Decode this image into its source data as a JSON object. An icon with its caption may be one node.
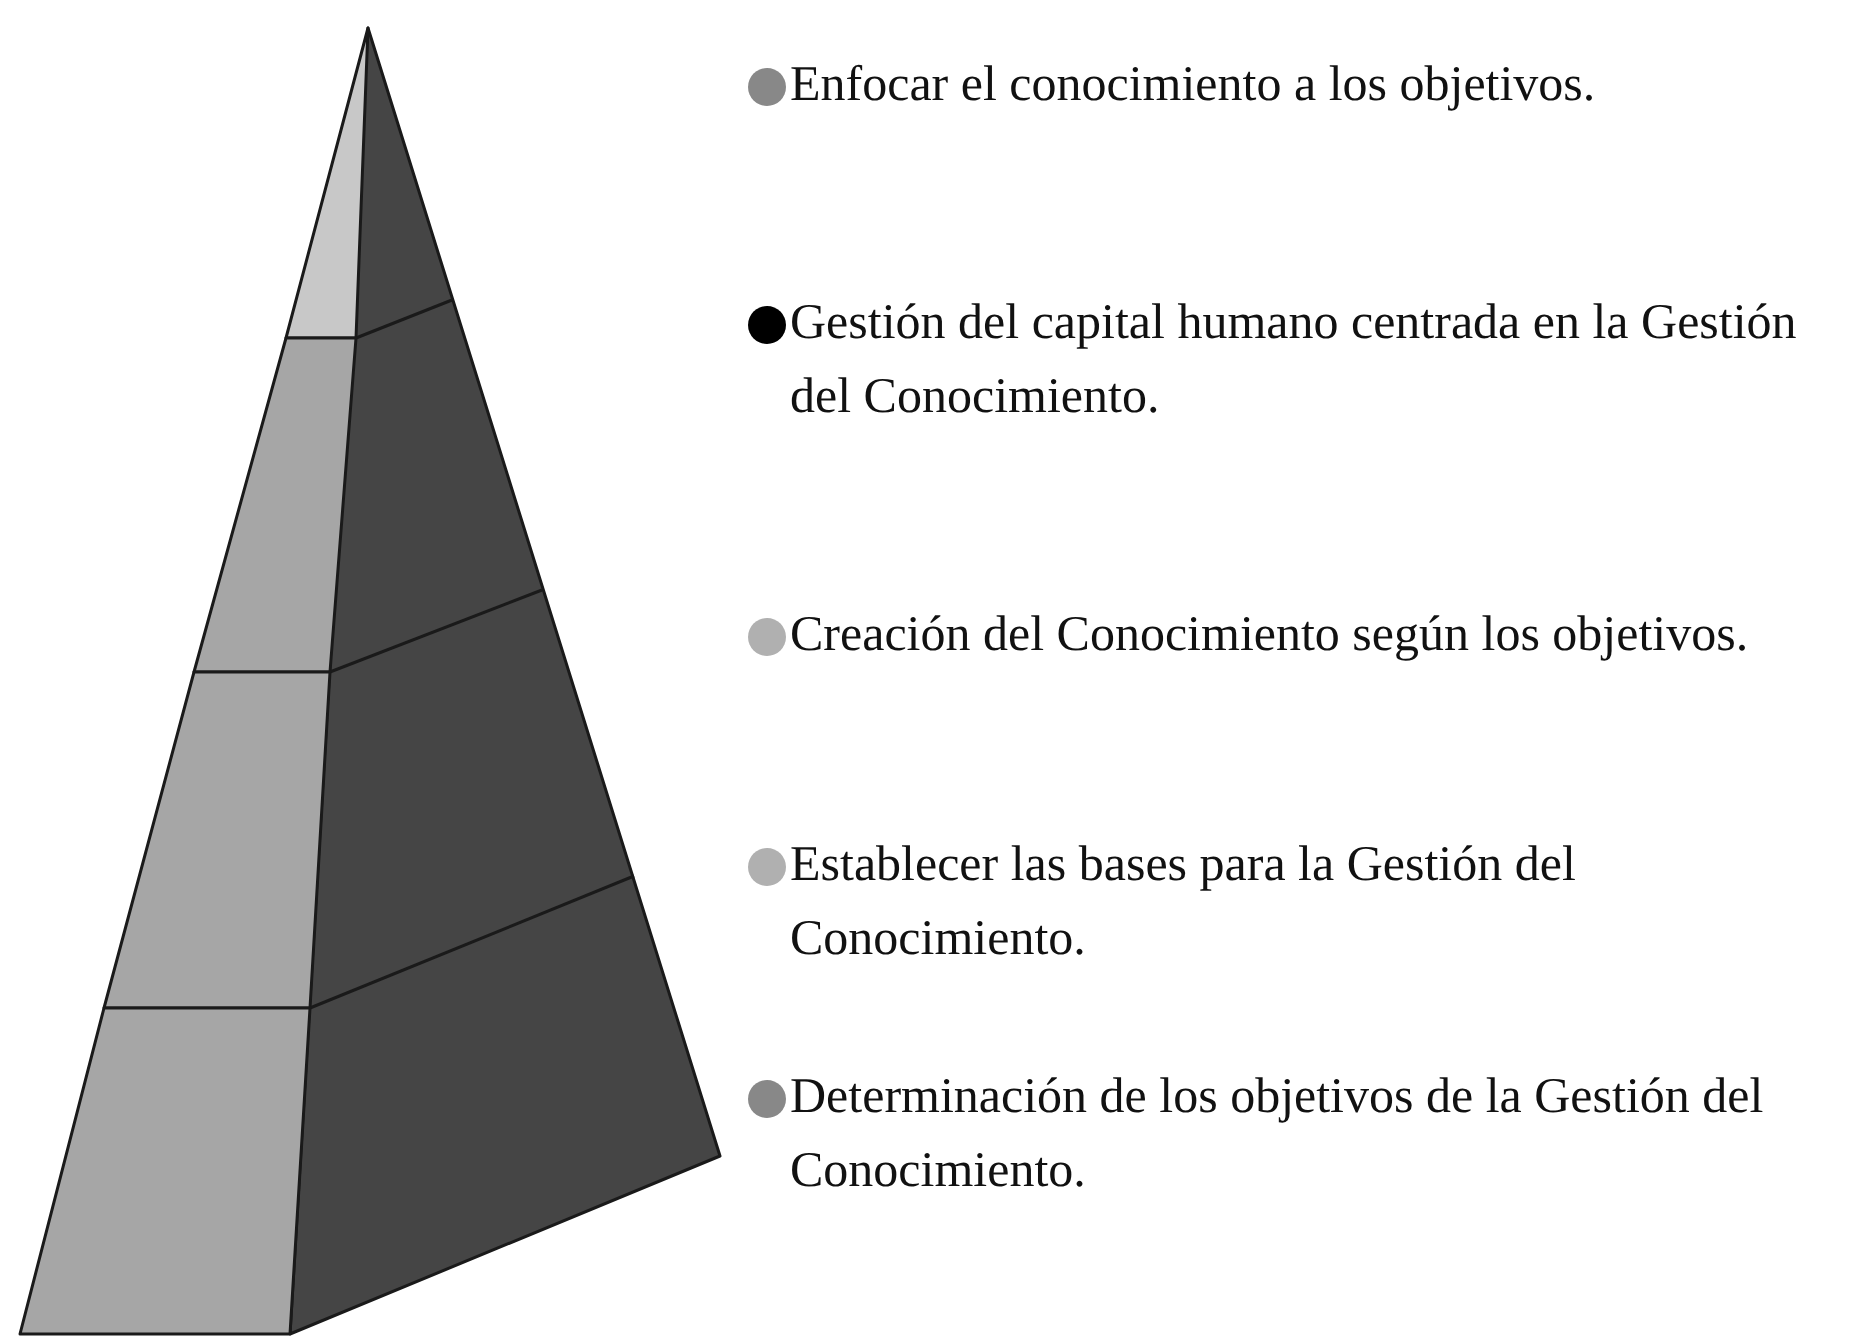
{
  "diagram": {
    "labels": [
      "Enfocar el conocimiento a los objetivos.",
      "Gestión del capital humano centrada en la Gestión del Conocimiento.",
      "Creación del Conocimiento según los objetivos.",
      "Establecer las bases para la Gestión del Conocimiento.",
      "Determinación de los objetivos de la Gestión del Conocimiento."
    ]
  }
}
